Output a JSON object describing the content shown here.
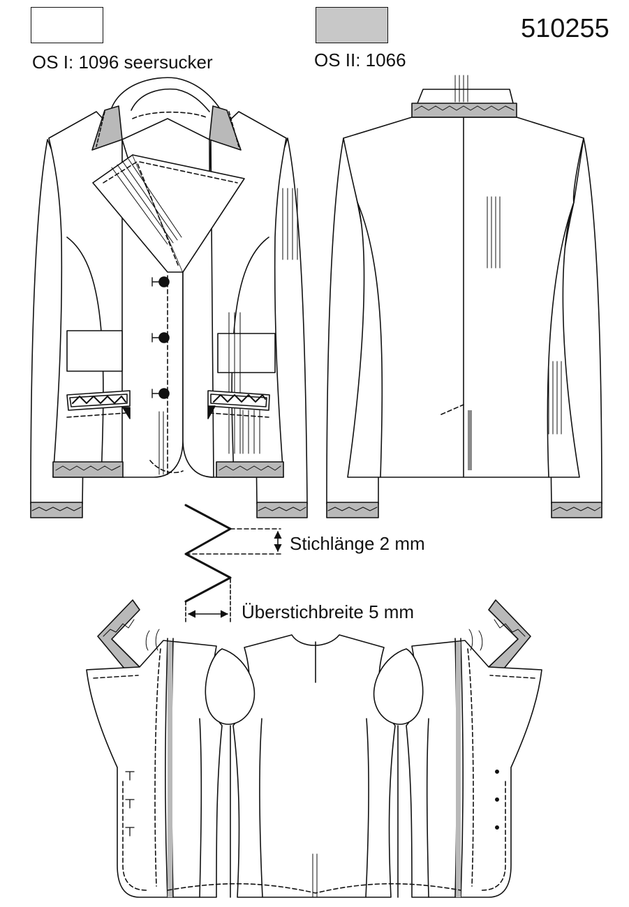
{
  "header": {
    "model_number": "510255",
    "fabrics": [
      {
        "label": "OS I: 1096 seersucker",
        "swatch_color": "#ffffff"
      },
      {
        "label": "OS II: 1066",
        "swatch_color": "#c8c8c8"
      }
    ]
  },
  "stitch_detail": {
    "length_label": "Stichlänge 2 mm",
    "width_label": "Überstichbreite 5  mm"
  },
  "colors": {
    "line": "#111111",
    "contrast_fabric": "#b9b9b9",
    "background": "#ffffff"
  }
}
